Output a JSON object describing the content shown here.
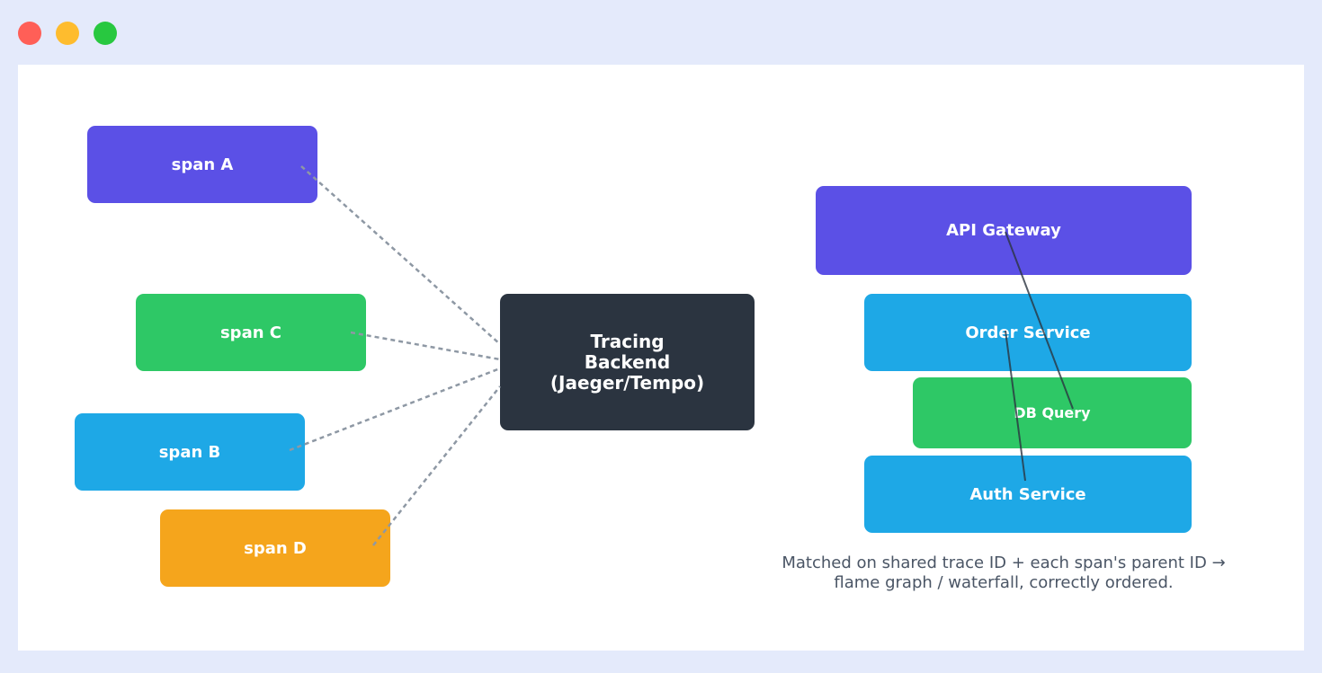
{
  "window": {
    "controls": [
      "close",
      "minimize",
      "maximize"
    ]
  },
  "diagram": {
    "spans": {
      "a": "span A",
      "c": "span C",
      "b": "span B",
      "d": "span D"
    },
    "backend": {
      "line1": "Tracing",
      "line2": "Backend",
      "line3": "(Jaeger/Tempo)"
    },
    "trace": {
      "api_gateway": "API Gateway",
      "order_service": "Order Service",
      "db_query": "DB Query",
      "auth_service": "Auth Service"
    },
    "caption": {
      "line1": "Matched on shared trace ID + each span's parent ID →",
      "line2": "flame graph / waterfall, correctly ordered."
    },
    "colors": {
      "purple": "#5b50e6",
      "green": "#2ec866",
      "blue": "#1ea8e6",
      "orange": "#f5a51c",
      "backend": "#2b3440"
    }
  }
}
